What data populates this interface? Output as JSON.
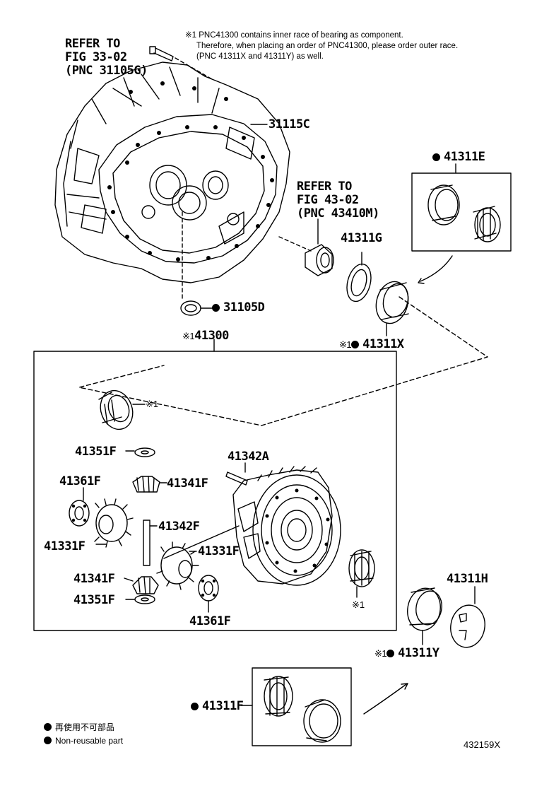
{
  "note": {
    "line1": "※1 PNC41300 contains inner race of bearing as component.",
    "line2": "Therefore, when placing an order of PNC41300, please order outer race.",
    "line3": "(PNC 41311X and 41311Y) as well."
  },
  "refer_housing": [
    "REFER TO",
    "FIG 33-02",
    "(PNC 31105G)"
  ],
  "refer_seal": [
    "REFER TO",
    "FIG 43-02",
    "(PNC 43410M)"
  ],
  "parts": {
    "p31115C": "31115C",
    "p31105D": "31105D",
    "p41311E": "41311E",
    "p41311G": "41311G",
    "p41311X": "41311X",
    "p41300": "41300",
    "p41351F_a": "41351F",
    "p41342A": "41342A",
    "p41361F_a": "41361F",
    "p41341F_a": "41341F",
    "p41342F": "41342F",
    "p41331F_a": "41331F",
    "p41331F_b": "41331F",
    "p41341F_b": "41341F",
    "p41351F_b": "41351F",
    "p41361F_b": "41361F",
    "p41311H": "41311H",
    "p41311Y": "41311Y",
    "p41311F": "41311F"
  },
  "mark_ref": "※1",
  "legend": {
    "jp": "再使用不可部品",
    "en": "Non-reusable part"
  },
  "diagram_number": "432159X"
}
